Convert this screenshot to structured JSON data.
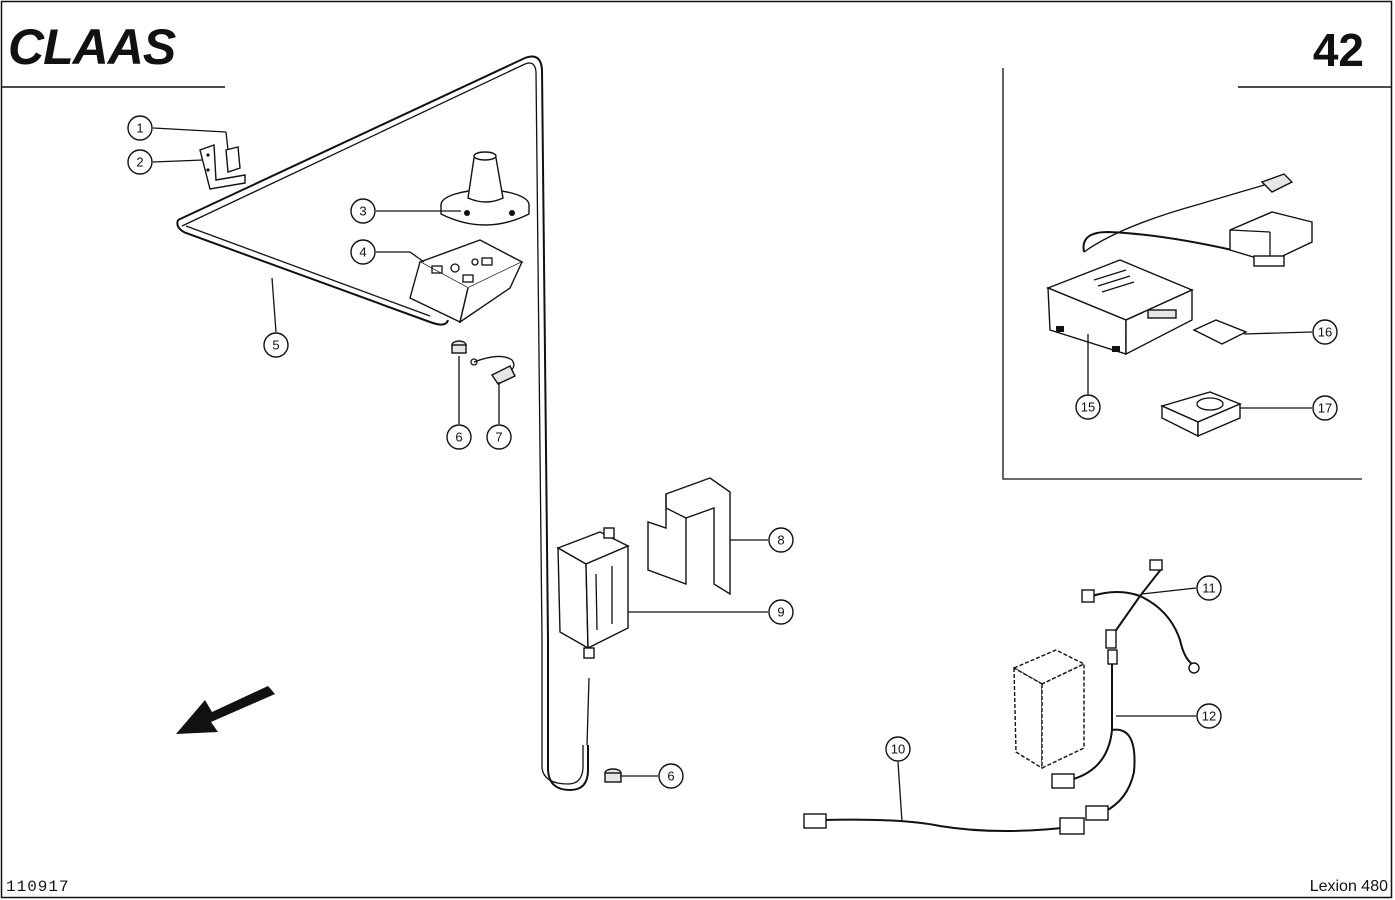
{
  "header": {
    "brand": "CLAAS",
    "page_number": "42"
  },
  "footer": {
    "drawing_number": "110917",
    "model": "Lexion 480"
  },
  "callouts": [
    {
      "id": "c1",
      "label": "1"
    },
    {
      "id": "c2",
      "label": "2"
    },
    {
      "id": "c3",
      "label": "3"
    },
    {
      "id": "c4",
      "label": "4"
    },
    {
      "id": "c5",
      "label": "5"
    },
    {
      "id": "c6a",
      "label": "6"
    },
    {
      "id": "c7",
      "label": "7"
    },
    {
      "id": "c8",
      "label": "8"
    },
    {
      "id": "c9",
      "label": "9"
    },
    {
      "id": "c6b",
      "label": "6"
    },
    {
      "id": "c10",
      "label": "10"
    },
    {
      "id": "c11",
      "label": "11"
    },
    {
      "id": "c12",
      "label": "12"
    },
    {
      "id": "c15",
      "label": "15"
    },
    {
      "id": "c16",
      "label": "16"
    },
    {
      "id": "c17",
      "label": "17"
    }
  ]
}
